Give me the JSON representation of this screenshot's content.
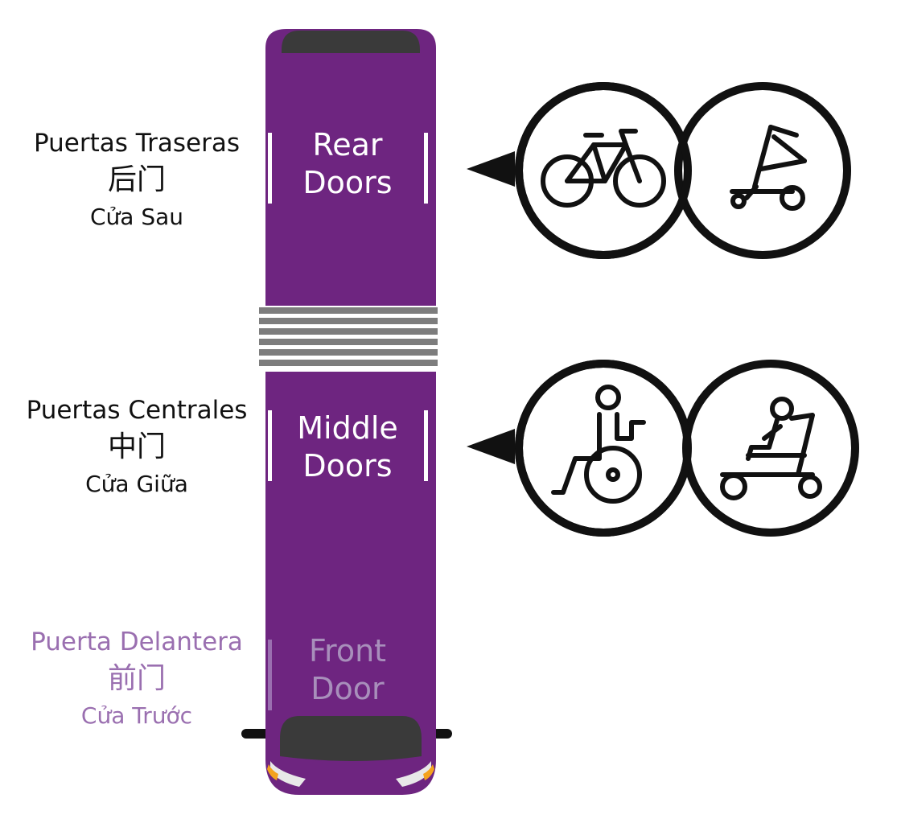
{
  "colors": {
    "bus_purple": "#6e2580",
    "bus_dark": "#3a3a3a",
    "joint_gray": "#7d7d7d",
    "icon_stroke": "#111111",
    "faded_text": "#9a6fb0"
  },
  "doors": {
    "rear": {
      "label_es": "Puertas Traseras",
      "label_zh": "后门",
      "label_vi": "Cửa Sau",
      "bus_line1": "Rear",
      "bus_line2": "Doors",
      "icons": [
        "bicycle-icon",
        "stroller-icon"
      ]
    },
    "middle": {
      "label_es": "Puertas Centrales",
      "label_zh": "中门",
      "label_vi": "Cửa Giữa",
      "bus_line1": "Middle",
      "bus_line2": "Doors",
      "icons": [
        "wheelchair-icon",
        "mobility-scooter-icon"
      ]
    },
    "front": {
      "label_es": "Puerta Delantera",
      "label_zh": "前门",
      "label_vi": "Cửa Trước",
      "bus_line1": "Front",
      "bus_line2": "Door"
    }
  }
}
